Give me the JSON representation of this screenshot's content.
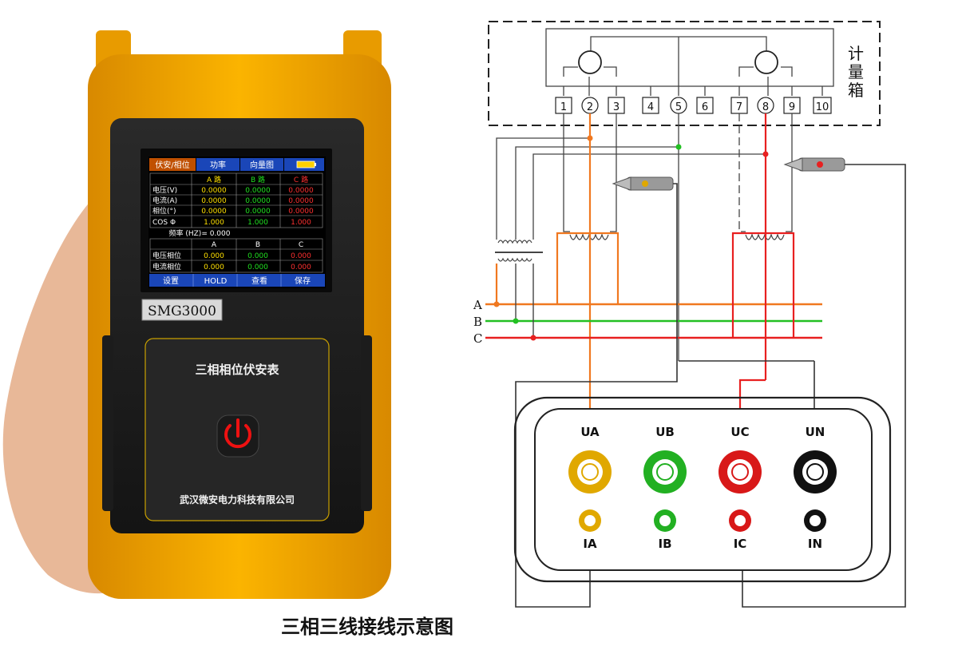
{
  "device": {
    "model": "SMG3000",
    "name": "三相相位伏安表",
    "company": "武汉微安电力科技有限公司",
    "screen": {
      "tabs": [
        "伏安/相位",
        "功率",
        "向量图"
      ],
      "phase_headers": [
        "A 路",
        "B 路",
        "C 路"
      ],
      "row_labels": [
        "电压(V)",
        "电流(A)",
        "相位(°)",
        "COS Φ"
      ],
      "rows": [
        [
          "0.0000",
          "0.0000",
          "0.0000"
        ],
        [
          "0.0000",
          "0.0000",
          "0.0000"
        ],
        [
          "0.0000",
          "0.0000",
          "0.0000"
        ],
        [
          "1.000",
          "1.000",
          "1.000"
        ]
      ],
      "frequency": "频率 (HZ)= 0.000",
      "phase_cols": [
        "A",
        "B",
        "C"
      ],
      "phase_rows": [
        {
          "label": "电压相位",
          "values": [
            "0.000",
            "0.000",
            "0.000"
          ]
        },
        {
          "label": "电流相位",
          "values": [
            "0.000",
            "0.000",
            "0.000"
          ]
        }
      ],
      "softkeys": [
        "设置",
        "HOLD",
        "查看",
        "保存"
      ]
    }
  },
  "diagram": {
    "box_label": [
      "计",
      "量",
      "箱"
    ],
    "terminals": [
      "1",
      "2",
      "3",
      "4",
      "5",
      "6",
      "7",
      "8",
      "9",
      "10"
    ],
    "lines": [
      "A",
      "B",
      "C"
    ],
    "voltage_jacks": [
      "UA",
      "UB",
      "UC",
      "UN"
    ],
    "current_jacks": [
      "IA",
      "IB",
      "IC",
      "IN"
    ]
  },
  "colors": {
    "phase_a": "#f07820",
    "phase_b": "#22c022",
    "phase_c": "#e82020",
    "neutral": "#111111",
    "jack_a": "#e0a800",
    "case": "#f6a800",
    "wire": "#333333"
  },
  "caption": "三相三线接线示意图"
}
